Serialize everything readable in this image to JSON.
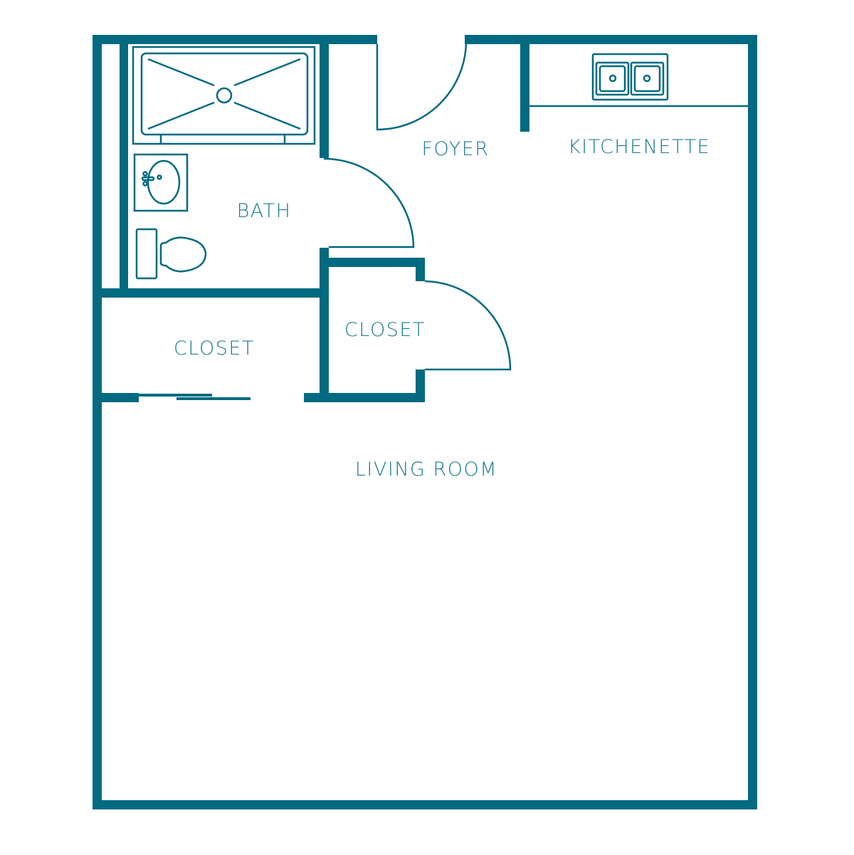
{
  "colors": {
    "wall": "#006a80",
    "label": "#1a7a90"
  },
  "rooms": {
    "foyer": "FOYER",
    "kitchenette": "KITCHENETTE",
    "bath": "BATH",
    "closet_right": "CLOSET",
    "closet_left": "CLOSET",
    "living_room": "LIVING ROOM"
  }
}
